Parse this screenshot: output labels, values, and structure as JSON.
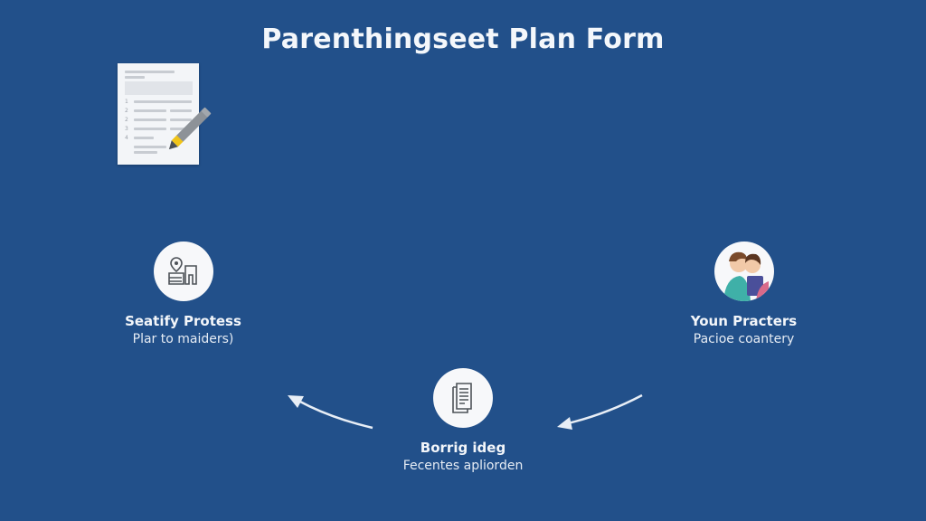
{
  "page": {
    "title": "Parenthingseet Plan Form",
    "background_color": "#22508a"
  },
  "header_icon": {
    "name": "form-with-pencil",
    "numbers": [
      "1",
      "2",
      "2",
      "3",
      "4"
    ]
  },
  "nodes": [
    {
      "id": "left",
      "icon": "map-pin-building",
      "title": "Seatify Protess",
      "subtitle": "Plar to maiders)"
    },
    {
      "id": "right",
      "icon": "parent-child-tablet",
      "title": "Youn Practers",
      "subtitle": "Pacioe coantery"
    },
    {
      "id": "bottom",
      "icon": "document",
      "title": "Borrig ideg",
      "subtitle": "Fecentes apliorden"
    }
  ],
  "arrows": [
    {
      "from": "bottom",
      "to": "left",
      "color": "#e8eef6"
    },
    {
      "from": "right",
      "to": "bottom",
      "color": "#e8eef6"
    }
  ]
}
